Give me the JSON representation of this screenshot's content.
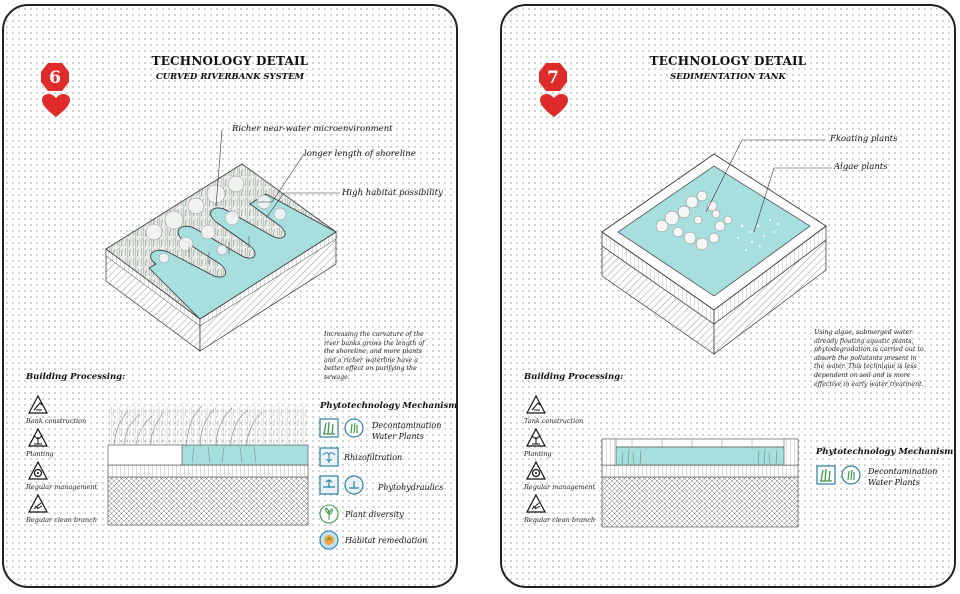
{
  "panels": [
    {
      "number": "6",
      "title": "TECHNOLOGY DETAIL",
      "subtitle": "CURVED RIVERBANK SYSTEM",
      "callouts": [
        "Richer near-water microenvironment",
        "longer length of shoreline",
        "High habitat possibility"
      ],
      "description": "Increasing the curvature of the river banks grows the length of the shoreline, and more plants and a richer waterline have a better effect on purifying the sewage.",
      "building_processing_title": "Building Processing:",
      "steps": [
        "Bank construction",
        "Planting",
        "Regular management",
        "Regular clean branch"
      ],
      "mechanism_title": "Phytotechnology Mechanism:",
      "mechanisms": [
        "Decontamination Water Plants",
        "Rhizofiltration",
        "Phytohydraulics",
        "Plant diversity",
        "Habitat remediation"
      ]
    },
    {
      "number": "7",
      "title": "TECHNOLOGY DETAIL",
      "subtitle": "SEDIMENTATION TANK",
      "callouts": [
        "Fkoating plants",
        "Algae plants"
      ],
      "description": "Using algae, submerged water already floating aquatic plants, phytodegradation is carried out to absorb the pollutants present in the water. This technique is less dependent on soil and is more effective in early water treatment.",
      "building_processing_title": "Building Processing:",
      "steps": [
        "Tank construction",
        "Planting",
        "Regular management",
        "Regular clean branch"
      ],
      "mechanism_title": "Phytotechnology Mechanism:",
      "mechanisms": [
        "Decontamination Water Plants"
      ]
    }
  ],
  "colors": {
    "water": "#a7dede",
    "badge": "#e02b2b",
    "heart": "#e02b2b",
    "border": "#222222"
  }
}
